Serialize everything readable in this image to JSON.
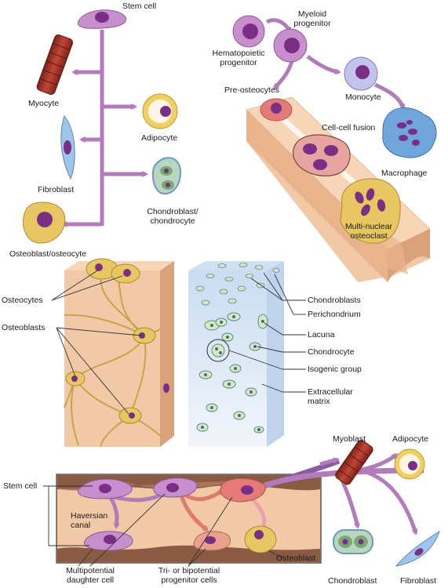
{
  "panel_top_left": {
    "stem_cell": "Stem cell",
    "myocyte": "Myocyte",
    "adipocyte": "Adipocyte",
    "fibroblast": "Fibroblast",
    "chondroblast_l1": "Chondroblast/",
    "chondroblast_l2": "chondrocyte",
    "osteoblast": "Osteoblast/osteocyte"
  },
  "panel_top_right": {
    "myeloid_l1": "Myeloid",
    "myeloid_l2": "progenitor",
    "hematopoietic_l1": "Hematopoietic",
    "hematopoietic_l2": "progenitor",
    "pre_osteocytes": "Pre-osteocytes",
    "monocyte": "Monocyte",
    "cell_fusion": "Cell-cell fusion",
    "macrophage": "Macrophage",
    "osteoclast_l1": "Multi-nuclear",
    "osteoclast_l2": "osteoclast"
  },
  "panel_middle": {
    "osteocytes": "Osteocytes",
    "osteoblasts": "Osteoblasts",
    "chondroblasts": "Chondroblasts",
    "perichondrium": "Perichondrium",
    "lacuna": "Lacuna",
    "chondrocyte": "Chondrocyte",
    "isogenic_group": "Isogenic group",
    "matrix_l1": "Extracellular",
    "matrix_l2": "matrix"
  },
  "panel_bottom": {
    "myoblast": "Myoblast",
    "adipocyte": "Adipocyte",
    "stem_cell": "Stem cell",
    "haversian_l1": "Haversian",
    "haversian_l2": "canal",
    "multipotential_l1": "Multipotential",
    "multipotential_l2": "daughter cell",
    "progenitor_l1": "Tri- or bipotential",
    "progenitor_l2": "progenitor cells",
    "osteoblast": "Osteoblast",
    "chondroblast": "Chondroblast",
    "fibroblast": "Fibroblast"
  },
  "colors": {
    "arrow": "#b27bb9",
    "stem_cell": "#c88fce",
    "nucleus": "#7b2f84",
    "bone": "#f2c9a6",
    "bone_side": "#d9a27b",
    "osteocyte": "#e8c763",
    "cartilage": "#dfe9f6",
    "myocyte": "#a3342a",
    "fibroblast": "#9ec6ea"
  }
}
